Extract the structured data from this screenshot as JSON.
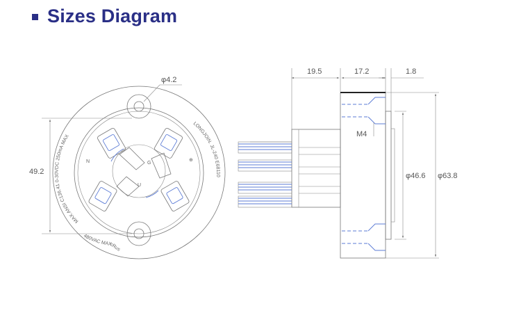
{
  "header": {
    "title": "Sizes Diagram"
  },
  "front_view": {
    "hole_diameter": "φ4.2",
    "height_dim": "49.2",
    "ring_text_left": "MAX.ANSI C136.41 0-30VDC 250mA MAX",
    "ring_text_right": "LONGJOIN. JL-240 E68110",
    "ring_text_bottom": "480VAC MAX",
    "pin_labels": [
      "G",
      "U",
      "N"
    ],
    "pin_symbol_left": "⊕",
    "cert_mark": "cRus"
  },
  "side_view": {
    "dim_top_1": "19.5",
    "dim_top_2": "17.2",
    "dim_top_3": "1.8",
    "thread": "M4",
    "inner_diameter": "φ46.6",
    "outer_diameter": "φ63.8"
  },
  "colors": {
    "title": "#2a2f86",
    "hidden_lines": "#5b7bd5"
  }
}
